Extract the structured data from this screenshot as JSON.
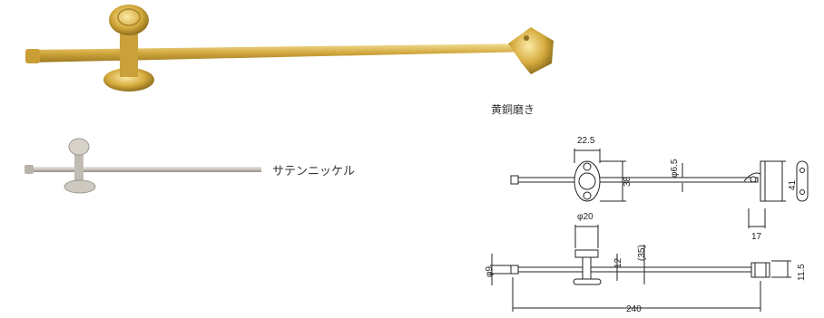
{
  "variants": {
    "brass_label": "黄銅磨き",
    "satin_label": "サテンニッケル"
  },
  "dimensions": {
    "d22_5": "22.5",
    "d38": "38",
    "d6_5": "φ6.5",
    "d41": "41",
    "d17": "17",
    "d20": "φ20",
    "d9": "φ9",
    "d12": "12",
    "d35": "(35)",
    "d11_5": "11.5",
    "d240": "240"
  },
  "colors": {
    "brass": "#d9b54a",
    "brass_dark": "#a8852a",
    "satin": "#c9c4bb",
    "satin_dark": "#8f8a82"
  }
}
